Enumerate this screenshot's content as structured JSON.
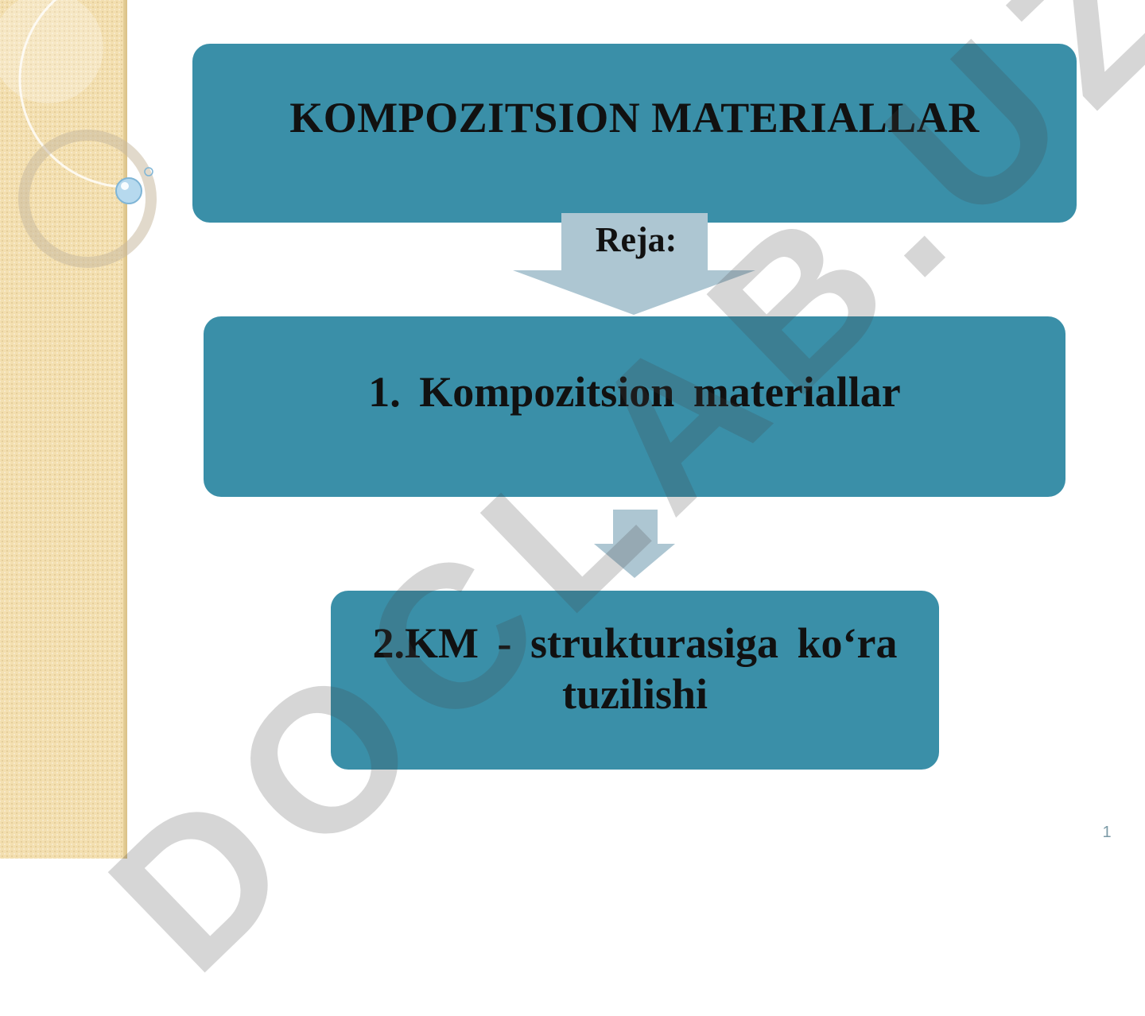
{
  "slide": {
    "title": "KOMPOZITSION MATERIALLAR",
    "plan_label": "Reja:",
    "items": [
      "1. Kompozitsion  materiallar",
      "2.KM - strukturasiga ko‘ra tuzilishi"
    ],
    "page_number": "1"
  },
  "watermark": {
    "text": "DOCLAB.UZ"
  },
  "colors": {
    "box_fill": "#3a8fa8",
    "arrow_fill": "#adc6d2",
    "side_strip": "#f3dfb0",
    "watermark": "rgba(70,70,70,0.22)"
  },
  "icons": [
    "down-arrow-icon",
    "bubble-decoration"
  ]
}
